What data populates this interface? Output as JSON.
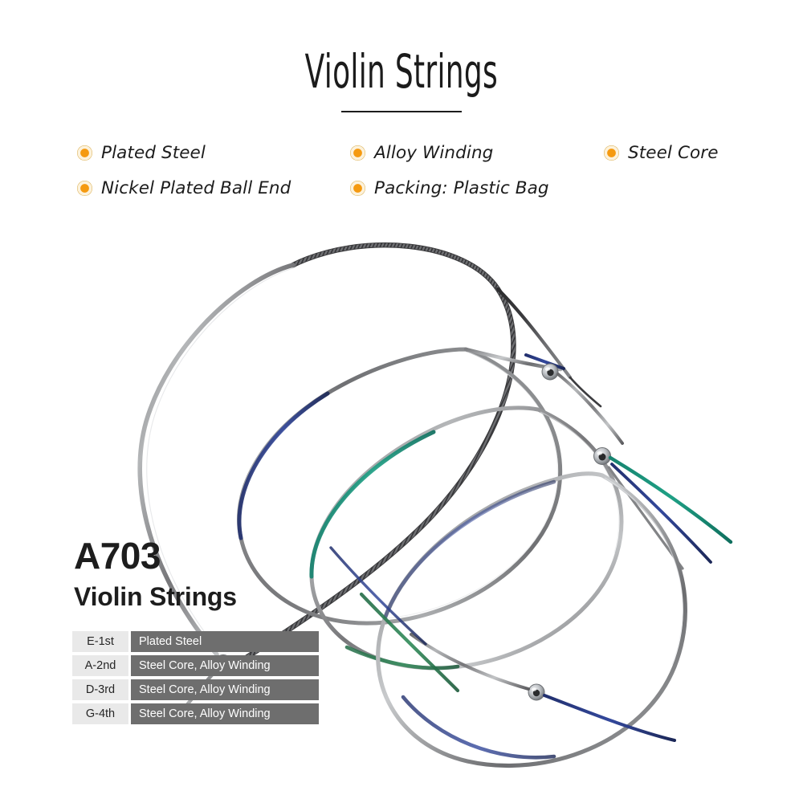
{
  "header": {
    "title": "Violin Strings"
  },
  "features": [
    {
      "label": "Plated Steel",
      "icon": "bullet-dot-icon",
      "column": 1,
      "row": 1
    },
    {
      "label": "Nickel Plated Ball End",
      "icon": "bullet-dot-icon",
      "column": 1,
      "row": 2
    },
    {
      "label": "Alloy Winding",
      "icon": "bullet-dot-icon",
      "column": 2,
      "row": 1
    },
    {
      "label": "Packing: Plastic Bag",
      "icon": "bullet-dot-icon",
      "column": 2,
      "row": 2
    },
    {
      "label": "Steel Core",
      "icon": "bullet-dot-icon",
      "column": 3,
      "row": 1
    }
  ],
  "product": {
    "model_code": "A703",
    "model_name": "Violin Strings",
    "photo_alt": "Four coiled violin strings with nickel plated ball ends"
  },
  "spec_table": {
    "rows": [
      {
        "key": "E-1st",
        "value": "Plated Steel"
      },
      {
        "key": "A-2nd",
        "value": "Steel Core, Alloy Winding"
      },
      {
        "key": "D-3rd",
        "value": "Steel Core, Alloy Winding"
      },
      {
        "key": "G-4th",
        "value": "Steel Core, Alloy Winding"
      }
    ]
  },
  "colors": {
    "background": "#ffffff",
    "text_dark": "#1d1d1d",
    "bullet_orange": "#f59a10",
    "bullet_ring": "#fdf3de",
    "spec_key_bg": "#e9e9e9",
    "spec_value_bg": "#6e6e6e",
    "spec_value_text": "#ffffff",
    "string_steel": "#8d8d8e",
    "string_steel_dark": "#4a4a4c",
    "silk_teal": "#1f8f7a",
    "silk_green": "#2f7d4f",
    "silk_blue": "#2b3f8c",
    "ball_end_metal": "#b9bcc0"
  }
}
